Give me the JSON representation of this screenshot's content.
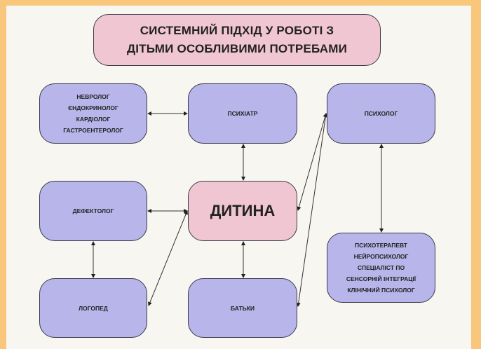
{
  "title": {
    "line1": "СИСТЕМНИЙ ПІДХІД У РОБОТІ З",
    "line2": "ДІТЬМИ ОСОБЛИВИМИ ПОТРЕБАМИ"
  },
  "nodes": {
    "specialists": [
      "НЕВРОЛОГ",
      "ЄНДОКРИНОЛОГ",
      "КАРДІОЛОГ",
      "ГАСТРОЕНТЕРОЛОГ"
    ],
    "psychiatrist": "ПСИХІАТР",
    "psychologist": "ПСИХОЛОГ",
    "defectologist": "ДЕФЕКТОЛОГ",
    "child": "ДИТИНА",
    "speech_therapist": "ЛОГОПЕД",
    "parents": "БАТЬКИ",
    "therapists": [
      "ПСИХОТЕРАПЕВТ",
      "НЕЙРОПСИХОЛОГ",
      "СПЕЦІАЛІСТ ПО",
      "СЕНСОРНІЙ ІНТЕГРАЦІЇ",
      "КЛІНІЧНИЙ ПСИХОЛОГ"
    ]
  },
  "colors": {
    "node": "#b7b5ea",
    "highlight": "#f1c6d3",
    "background": "#f8f6f1",
    "frame": "#f9c77c"
  }
}
